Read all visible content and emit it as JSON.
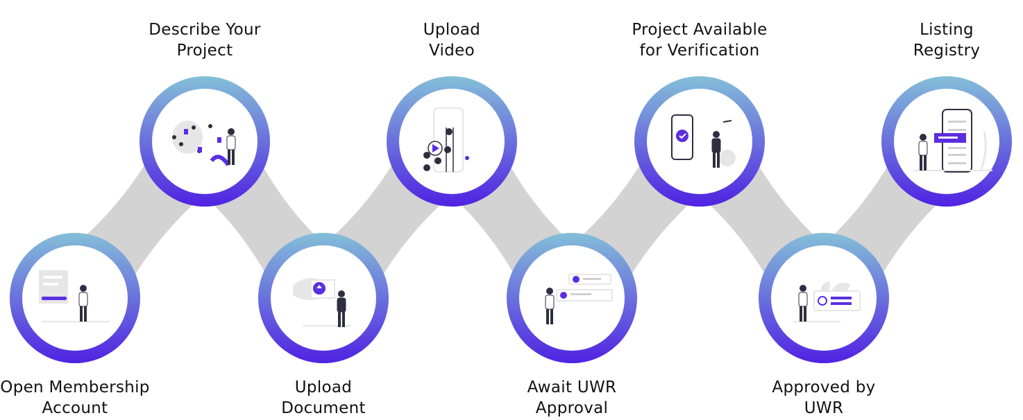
{
  "colors": {
    "ring_top": "#84bfd8",
    "ring_bottom": "#5022e2",
    "connector": "#d3d3d3",
    "accent": "#5b2ee0",
    "dark": "#2f2e41",
    "muted": "#e6e6e6"
  },
  "steps": [
    {
      "label_lines": [
        "Open Membership",
        "Account"
      ],
      "icon": "membership-form-icon"
    },
    {
      "label_lines": [
        "Describe Your",
        "Project"
      ],
      "icon": "project-map-icon"
    },
    {
      "label_lines": [
        "Upload",
        "Document"
      ],
      "icon": "upload-document-icon"
    },
    {
      "label_lines": [
        "Upload",
        "Video"
      ],
      "icon": "upload-video-icon"
    },
    {
      "label_lines": [
        "Await UWR",
        "Approval"
      ],
      "icon": "await-approval-icon"
    },
    {
      "label_lines": [
        "Project Available",
        "for Verification"
      ],
      "icon": "verification-phone-icon"
    },
    {
      "label_lines": [
        "Approved by",
        "UWR"
      ],
      "icon": "approved-check-icon"
    },
    {
      "label_lines": [
        "Listing",
        "Registry"
      ],
      "icon": "listing-registry-icon"
    }
  ]
}
